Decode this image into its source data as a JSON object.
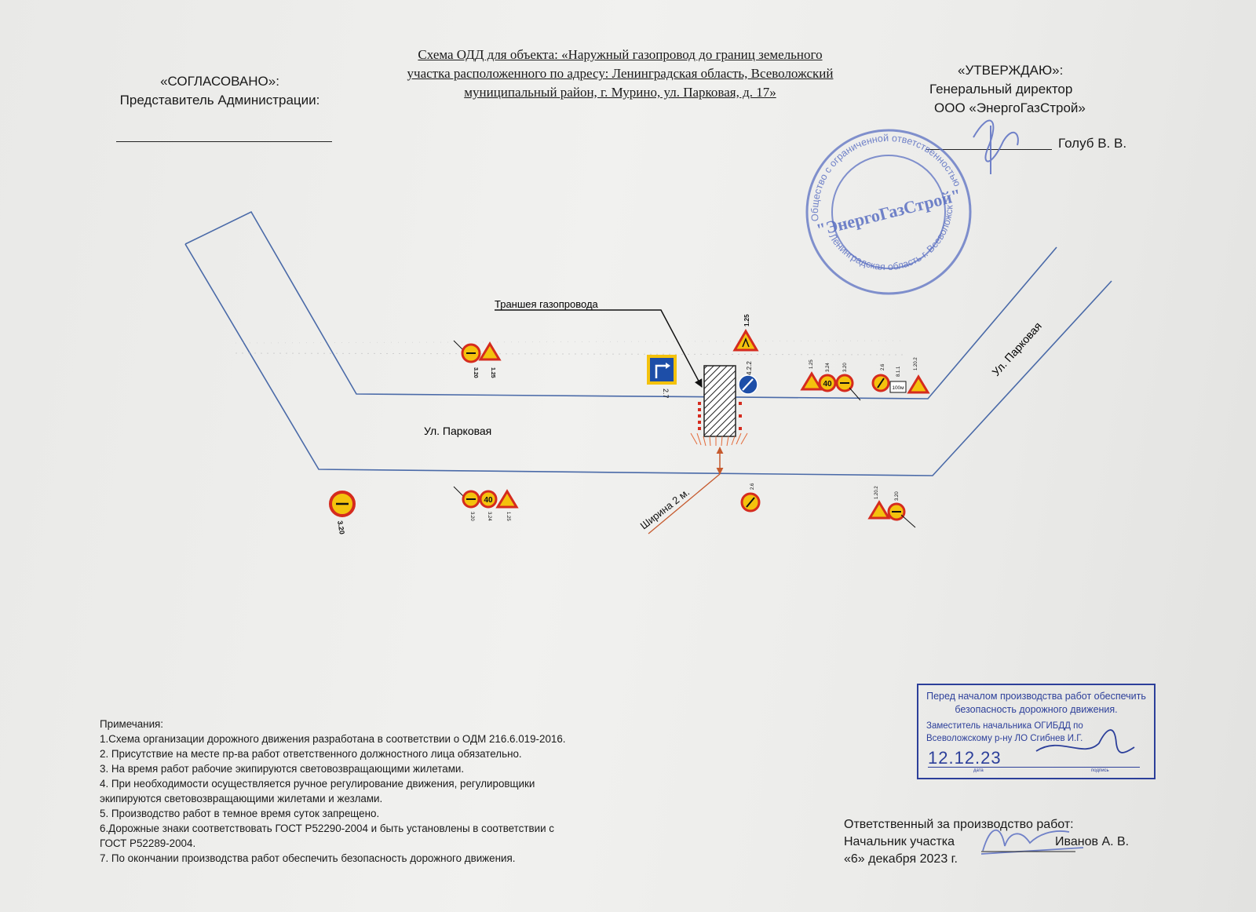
{
  "header": {
    "title_lines": [
      "Схема ОДД для объекта: «Наружный газопровод до границ земельного",
      "участка расположенного по адресу: Ленинградская область, Всеволожский",
      "муниципальный район, г. Мурино, ул. Парковая, д. 17»"
    ],
    "agreed_label": "«СОГЛАСОВАНО»:",
    "agreed_role": "Представитель Администрации:",
    "approve_label": "«УТВЕРЖДАЮ»:",
    "approve_role": "Генеральный директор",
    "approve_org": "ООО «ЭнергоГазСтрой»",
    "approve_name": "Голуб В. В."
  },
  "seal": {
    "outer_text": "Общество с ограниченной ответственностью",
    "center_text": "\"ЭнергоГазСтрой\"",
    "bottom_text": "Ленинградская область г. Всеволожск"
  },
  "diagram": {
    "trench_label": "Траншея газопровода",
    "street_label_horizontal": "Ул. Парковая",
    "street_label_diagonal": "Ул. Парковая",
    "width_label": "Ширина 2 м.",
    "sign_codes": {
      "s_2_7": "2.7",
      "s_4_2_2": "4.2.2",
      "s_1_25_top": "1.25",
      "s_3_20_a": "3.20",
      "s_1_25_b": "1.25",
      "s_3_24": "3.24",
      "s_3_20_b": "3.20",
      "s_2_6": "2.6",
      "s_8_1_1": "8.1.1",
      "s_1_20_2": "1.20.2",
      "s_3_20_left": "3.20",
      "s_3_20_c": "3.20",
      "s_3_24_b": "3.24",
      "s_1_25_c": "1.25",
      "s_2_6_b": "2.6",
      "s_1_20_2_b": "1.20.2",
      "s_3_20_d": "3.20"
    },
    "speed_value": "40",
    "plate_value": "100м",
    "colors": {
      "road": "#4a6aa8",
      "sign_red": "#d52b1e",
      "sign_yellow": "#f4c20d",
      "stamp_blue": "#2c3f9a",
      "width_arrow": "#c65a2e"
    }
  },
  "notes": {
    "heading": "Примечания:",
    "items": [
      "1.Схема организации дорожного движения разработана в соответствии о ОДМ 216.6.019-2016.",
      "2. Присутствие на месте пр-ва работ ответственного должностного лица обязательно.",
      "3. На время работ рабочие экипируются  световозвращающими жилетами.",
      "4. При необходимости осуществляется ручное регулирование движения, регулировщики",
      "экипируются световозвращающими жилетами и жезлами.",
      "5. Производство работ в темное время суток запрещено.",
      "6.Дорожные знаки соответствовать ГОСТ Р52290-2004 и быть установлены в соответствии с",
      "ГОСТ Р52289-2004.",
      "7. По окончании производства работ обеспечить безопасность дорожного движения."
    ]
  },
  "stamp": {
    "line1": "Перед началом производства работ обеспечить",
    "line2": "безопасность дорожного движения.",
    "line3": "Заместитель начальника ОГИБДД по",
    "line4": "Всеволожскому р-ну ЛО Сгибнев И.Г.",
    "date": "12.12.23",
    "cap_date": "дата",
    "cap_sign": "подпись"
  },
  "responsible": {
    "line1": "Ответственный за производство работ:",
    "role": "Начальник участка",
    "name": "Иванов А. В.",
    "date": "«6»  декабря  2023 г."
  }
}
